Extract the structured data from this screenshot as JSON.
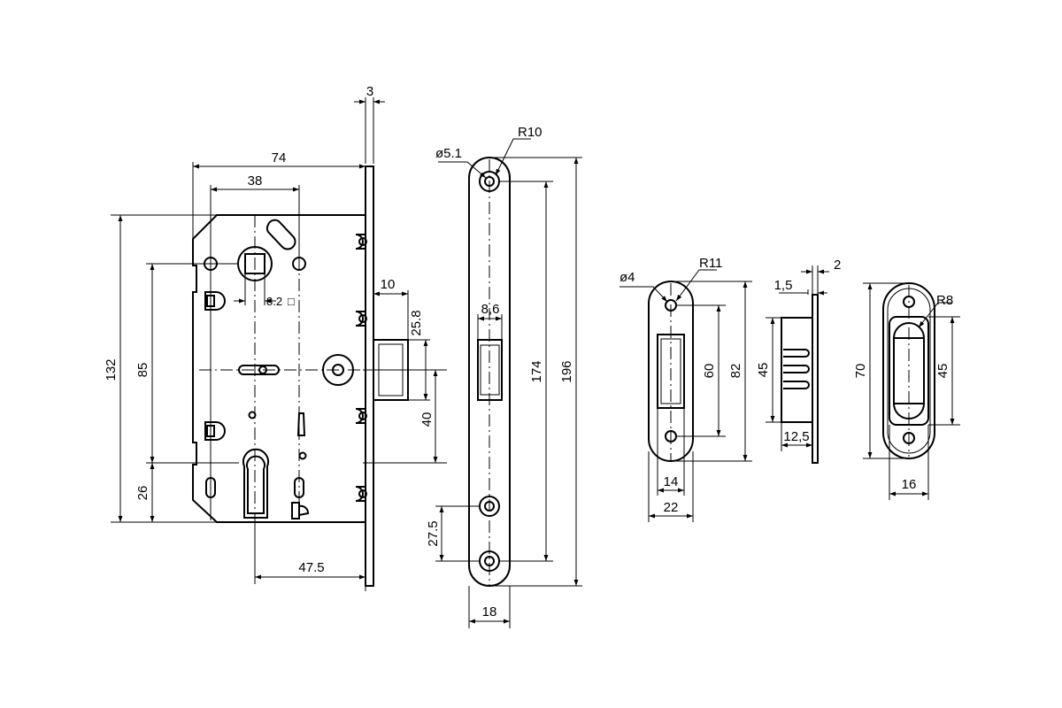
{
  "dims": {
    "lock_thickness_3": "3",
    "lock_depth_74": "74",
    "backset_38": "38",
    "spindle_8_2": "8.2",
    "spindle_square_symbol": "□",
    "faceplate_10": "10",
    "latch_25_8": "25.8",
    "height_132": "132",
    "height_85": "85",
    "height_26": "26",
    "center_40": "40",
    "backset_47_5": "47.5",
    "fp_hole_d": "ø5.1",
    "fp_radius": "R10",
    "fp_slot_8_6": "8,6",
    "fp_174": "174",
    "fp_196": "196",
    "fp_27_5": "27.5",
    "fp_18": "18",
    "sp_hole_d": "ø4",
    "sp_radius": "R11",
    "sp_60": "60",
    "sp_82": "82",
    "sp_14": "14",
    "sp_22": "22",
    "sv_2": "2",
    "sv_1_5": "1,5",
    "sv_45": "45",
    "sv_12_5": "12,5",
    "mp_radius": "R8",
    "mp_70": "70",
    "mp_45": "45",
    "mp_16": "16"
  }
}
